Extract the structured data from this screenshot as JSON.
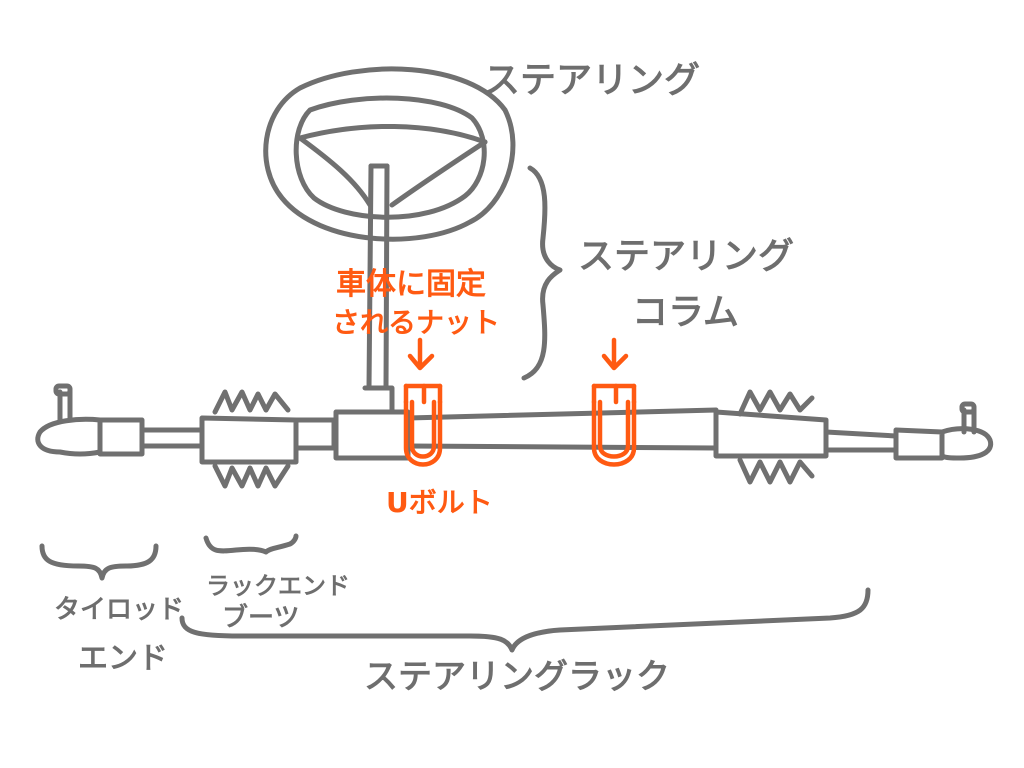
{
  "labels": {
    "steering": "ステアリング",
    "column_line1": "ステアリング",
    "column_line2": "コラム",
    "nut_line1": "車体に固定",
    "nut_line2": "されるナット",
    "ubolt": "Uボルト",
    "tierod_line1": "タイロッド",
    "tierod_line2": "エンド",
    "boot_line1": "ラックエンド",
    "boot_line2": "ブーツ",
    "rack": "ステアリングラック"
  },
  "colors": {
    "line": "#707070",
    "accent": "#ff5a12"
  },
  "icons": {
    "pointer": "down-arrow-icon"
  }
}
